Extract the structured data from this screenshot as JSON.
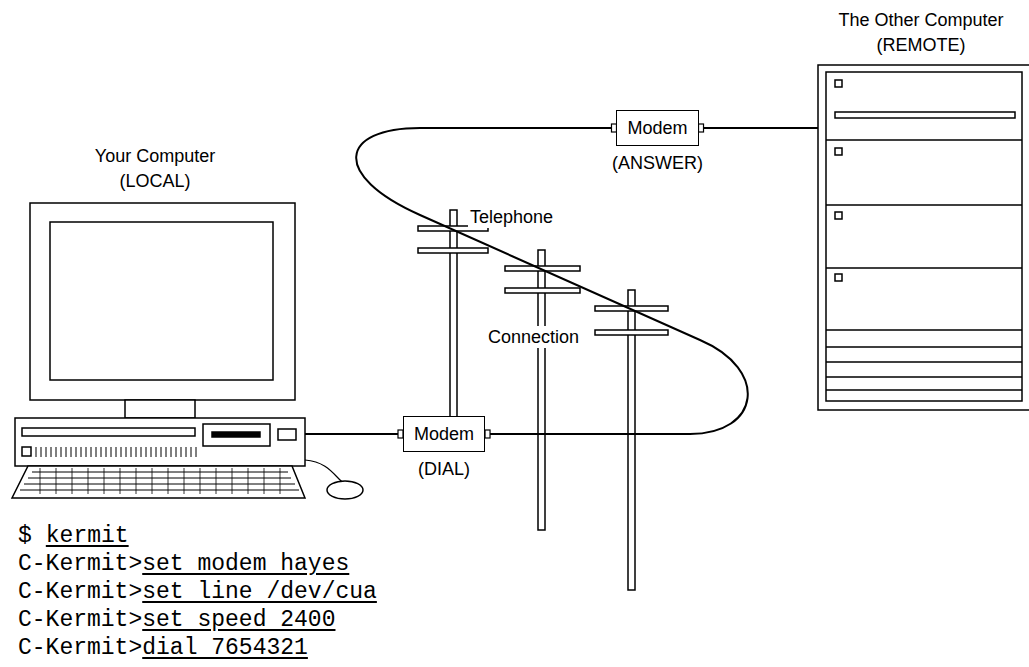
{
  "diagram": {
    "nodes": [
      {
        "text": [
          "Your Computer (LOCAL)"
        ]
      },
      {
        "text": [
          "Modem",
          "(DIAL)"
        ]
      },
      {
        "text": [
          "Modem",
          "(ANSWER)"
        ]
      },
      {
        "text": [
          "The Other Computer (REMOTE)"
        ]
      }
    ],
    "edges": [
      {
        "from": 0,
        "to": 1,
        "arrow": "none"
      },
      {
        "from": 1,
        "to": 2,
        "arrow": "none"
      },
      {
        "from": 2,
        "to": 3,
        "arrow": "none"
      }
    ],
    "labels": [
      "Telephone",
      "Connection",
      "$",
      "kermit",
      "C-Kermit>",
      "set modem hayes",
      "C-Kermit>",
      "set line /dev/cua",
      "C-Kermit>",
      "set speed 2400",
      "C-Kermit>",
      "dial 7654321"
    ]
  }
}
